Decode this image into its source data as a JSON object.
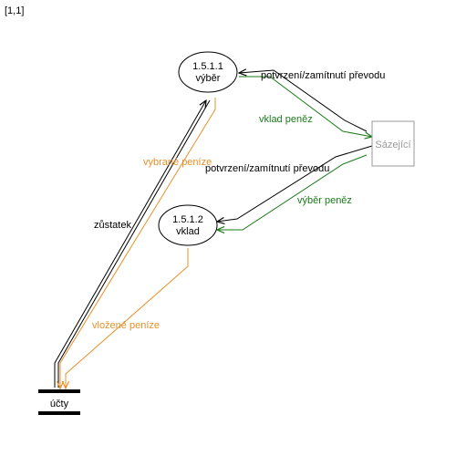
{
  "corner_label": "[1,1]",
  "processes": [
    {
      "id": "1.5.1.1",
      "name": "výběr"
    },
    {
      "id": "1.5.1.2",
      "name": "vklad"
    }
  ],
  "external_entity": "Sázející",
  "datastore": "účty",
  "flows": {
    "confirm_to_vyber": "potvrzení/zamítnutí převodu",
    "vklad_penez": "vklad peněz",
    "confirm_to_vklad": "potvrzení/zamítnutí převodu",
    "vyber_penez": "výběr peněz",
    "vybrane_penize": "vybrané peníze",
    "zustatek": "zůstatek",
    "vlozene_penize": "vložené peníze"
  },
  "colors": {
    "black": "#000000",
    "green": "#1a7a1a",
    "orange": "#e8902a",
    "entity_border": "#9a9a9a",
    "entity_text": "#9a9a9a"
  }
}
